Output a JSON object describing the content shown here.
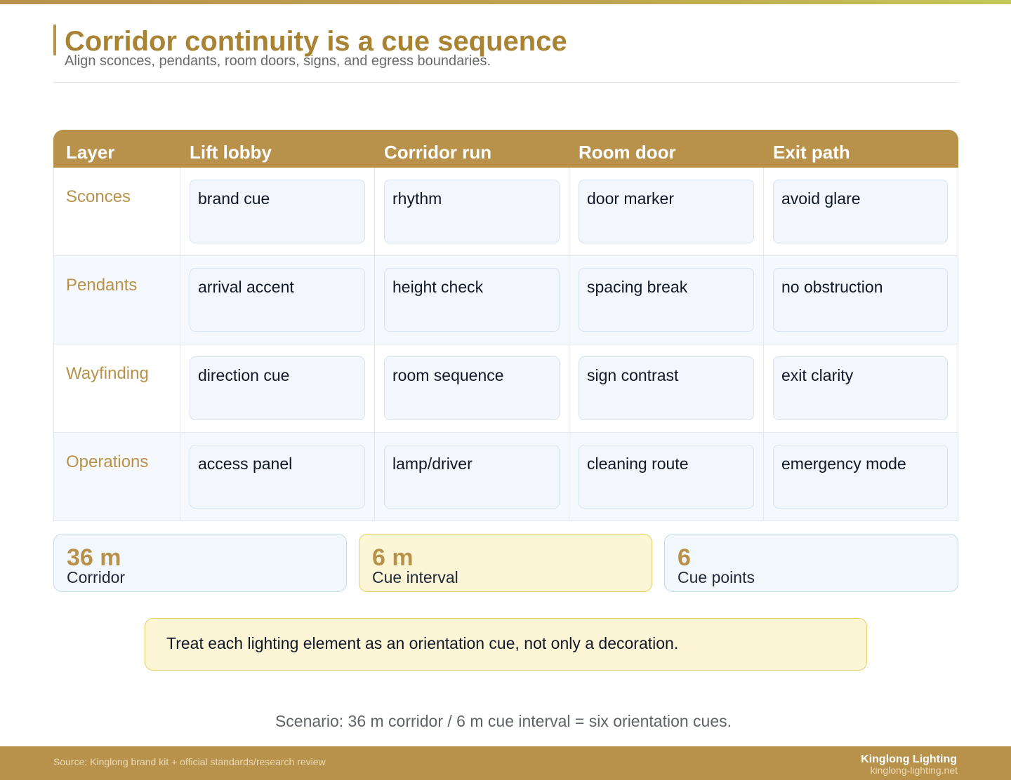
{
  "header": {
    "title": "Corridor continuity is a cue sequence",
    "subtitle": "Align sconces, pendants, room doors, signs, and egress boundaries."
  },
  "matrix": {
    "columns": [
      "Layer",
      "Lift lobby",
      "Corridor run",
      "Room door",
      "Exit path"
    ],
    "rows": [
      {
        "label": "Sconces",
        "cells": [
          "brand cue",
          "rhythm",
          "door marker",
          "avoid glare"
        ]
      },
      {
        "label": "Pendants",
        "cells": [
          "arrival accent",
          "height check",
          "spacing break",
          "no obstruction"
        ]
      },
      {
        "label": "Wayfinding",
        "cells": [
          "direction cue",
          "room sequence",
          "sign contrast",
          "exit clarity"
        ]
      },
      {
        "label": "Operations",
        "cells": [
          "access panel",
          "lamp/driver",
          "cleaning route",
          "emergency mode"
        ]
      }
    ]
  },
  "metrics": [
    {
      "value": "36 m",
      "label": "Corridor"
    },
    {
      "value": "6 m",
      "label": "Cue interval"
    },
    {
      "value": "6",
      "label": "Cue points"
    }
  ],
  "callout": "Treat each lighting element as an orientation cue, not only a decoration.",
  "scenario": "Scenario: 36 m corridor / 6 m cue interval = six orientation cues.",
  "footer": {
    "source": "Source: Kinglong brand kit + official standards/research review",
    "brand": "Kinglong Lighting",
    "url": "kinglong-lighting.net"
  },
  "colors": {
    "accent": "#b8924b",
    "callout_bg": "#fdf6d6",
    "chip_bg": "#f3f7fd"
  }
}
